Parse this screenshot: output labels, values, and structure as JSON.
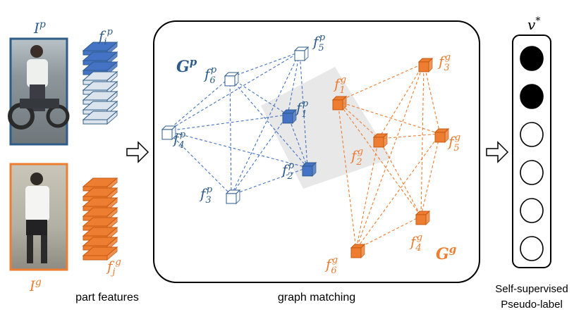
{
  "labels": {
    "probe_image": "I",
    "probe_sup": "p",
    "gallery_image": "I",
    "gallery_sup": "g",
    "probe_feature": "f",
    "probe_feature_sub": "i",
    "probe_feature_sup": "p",
    "gallery_feature": "f",
    "gallery_feature_sub": "j",
    "gallery_feature_sup": "g",
    "part_features": "part features",
    "graph_matching": "graph matching",
    "probe_graph": "G",
    "probe_graph_sup": "p",
    "gallery_graph": "G",
    "gallery_graph_sup": "g",
    "pseudo_label_title": "v",
    "pseudo_label_sup": "*",
    "pseudo_label_line1": "Self-supervised",
    "pseudo_label_line2": "Pseudo-label"
  },
  "probe_nodes": [
    {
      "name": "f",
      "sub": "1",
      "sup": "p"
    },
    {
      "name": "f",
      "sub": "2",
      "sup": "p"
    },
    {
      "name": "f",
      "sub": "3",
      "sup": "p"
    },
    {
      "name": "f",
      "sub": "4",
      "sup": "p"
    },
    {
      "name": "f",
      "sub": "5",
      "sup": "p"
    },
    {
      "name": "f",
      "sub": "6",
      "sup": "p"
    }
  ],
  "gallery_nodes": [
    {
      "name": "f",
      "sub": "1",
      "sup": "g"
    },
    {
      "name": "f",
      "sub": "2",
      "sup": "g"
    },
    {
      "name": "f",
      "sub": "3",
      "sup": "g"
    },
    {
      "name": "f",
      "sub": "4",
      "sup": "g"
    },
    {
      "name": "f",
      "sub": "5",
      "sup": "g"
    },
    {
      "name": "f",
      "sub": "6",
      "sup": "g"
    }
  ],
  "pseudo_label_values": [
    1,
    1,
    0,
    0,
    0,
    0
  ],
  "colors": {
    "probe": "#2e5c8a",
    "probe_fill": "#4472c4",
    "gallery": "#ed7d31",
    "box_stroke": "#000000"
  }
}
